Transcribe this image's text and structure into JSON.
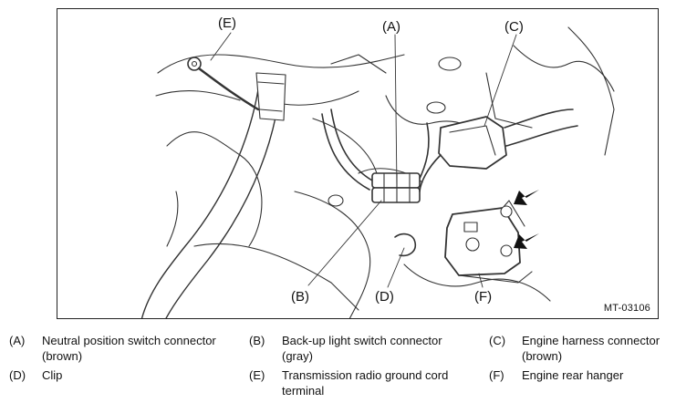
{
  "figure": {
    "id": "MT-03106",
    "callouts": {
      "A": "(A)",
      "B": "(B)",
      "C": "(C)",
      "D": "(D)",
      "E": "(E)",
      "F": "(F)"
    }
  },
  "legend": [
    {
      "letter": "(A)",
      "text": "Neutral position switch connector (brown)"
    },
    {
      "letter": "(B)",
      "text": "Back-up light switch connector (gray)"
    },
    {
      "letter": "(C)",
      "text": "Engine harness connector (brown)"
    },
    {
      "letter": "(D)",
      "text": "Clip"
    },
    {
      "letter": "(E)",
      "text": "Transmission radio ground cord terminal"
    },
    {
      "letter": "(F)",
      "text": "Engine rear hanger"
    }
  ]
}
